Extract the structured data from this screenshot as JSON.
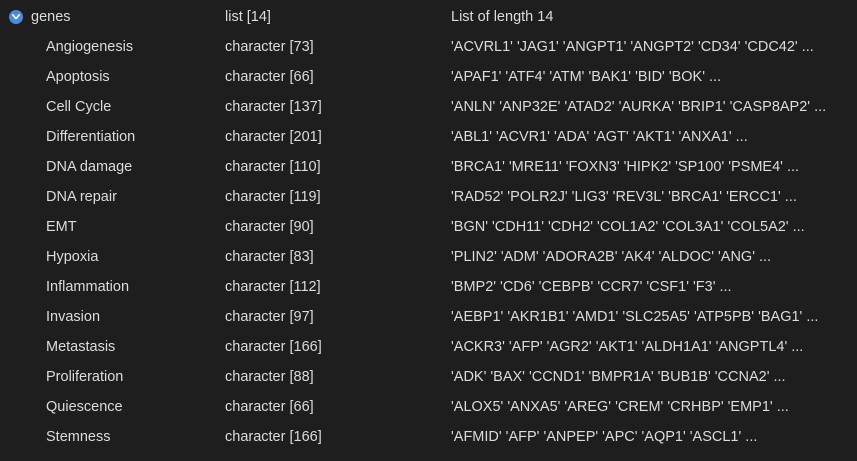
{
  "root": {
    "name": "genes",
    "type": "list [14]",
    "value": "List of length 14",
    "expanded": true
  },
  "items": [
    {
      "name": "Angiogenesis",
      "type": "character [73]",
      "value": "'ACVRL1' 'JAG1' 'ANGPT1' 'ANGPT2' 'CD34' 'CDC42' ..."
    },
    {
      "name": "Apoptosis",
      "type": "character [66]",
      "value": "'APAF1' 'ATF4' 'ATM' 'BAK1' 'BID' 'BOK' ..."
    },
    {
      "name": "Cell Cycle",
      "type": "character [137]",
      "value": "'ANLN' 'ANP32E' 'ATAD2' 'AURKA' 'BRIP1' 'CASP8AP2' ..."
    },
    {
      "name": "Differentiation",
      "type": "character [201]",
      "value": "'ABL1' 'ACVR1' 'ADA' 'AGT' 'AKT1' 'ANXA1' ..."
    },
    {
      "name": "DNA damage",
      "type": "character [110]",
      "value": "'BRCA1' 'MRE11' 'FOXN3' 'HIPK2' 'SP100' 'PSME4' ..."
    },
    {
      "name": "DNA repair",
      "type": "character [119]",
      "value": "'RAD52' 'POLR2J' 'LIG3' 'REV3L' 'BRCA1' 'ERCC1' ..."
    },
    {
      "name": "EMT",
      "type": "character [90]",
      "value": "'BGN' 'CDH11' 'CDH2' 'COL1A2' 'COL3A1' 'COL5A2' ..."
    },
    {
      "name": "Hypoxia",
      "type": "character [83]",
      "value": "'PLIN2' 'ADM' 'ADORA2B' 'AK4' 'ALDOC' 'ANG' ..."
    },
    {
      "name": "Inflammation",
      "type": "character [112]",
      "value": "'BMP2' 'CD6' 'CEBPB' 'CCR7' 'CSF1' 'F3' ..."
    },
    {
      "name": "Invasion",
      "type": "character [97]",
      "value": "'AEBP1' 'AKR1B1' 'AMD1' 'SLC25A5' 'ATP5PB' 'BAG1' ..."
    },
    {
      "name": "Metastasis",
      "type": "character [166]",
      "value": "'ACKR3' 'AFP' 'AGR2' 'AKT1' 'ALDH1A1' 'ANGPTL4' ..."
    },
    {
      "name": "Proliferation",
      "type": "character [88]",
      "value": "'ADK' 'BAX' 'CCND1' 'BMPR1A' 'BUB1B' 'CCNA2' ..."
    },
    {
      "name": "Quiescence",
      "type": "character [66]",
      "value": "'ALOX5' 'ANXA5' 'AREG' 'CREM' 'CRHBP' 'EMP1' ..."
    },
    {
      "name": "Stemness",
      "type": "character [166]",
      "value": "'AFMID' 'AFP' 'ANPEP' 'APC' 'AQP1' 'ASCL1' ..."
    }
  ],
  "colors": {
    "background": "#1e1e1e",
    "text": "#dcdcdc",
    "expander": "#4a8cd8"
  },
  "icons": {
    "expander": "chevron-down-icon"
  }
}
